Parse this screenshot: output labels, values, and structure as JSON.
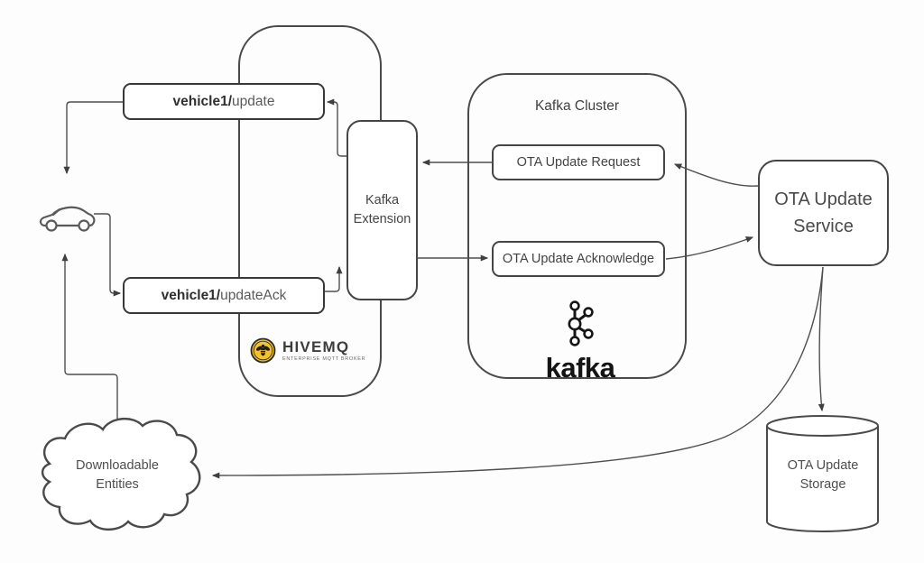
{
  "mqtt_broker": {
    "topic_update": {
      "bold": "vehicle1/",
      "rest": "update"
    },
    "topic_update_ack": {
      "bold": "vehicle1/",
      "rest": "updateAck"
    },
    "extension_label": "Kafka Extension",
    "hivemq": {
      "wordmark": "HIVEMQ",
      "tagline": "ENTERPRISE MQTT BROKER"
    }
  },
  "kafka_cluster": {
    "title": "Kafka Cluster",
    "request_topic": "OTA Update Request",
    "ack_topic": "OTA Update Acknowledge",
    "wordmark": "kafka"
  },
  "nodes": {
    "ota_service": "OTA Update Service",
    "ota_storage": "OTA Update Storage",
    "downloadable_entities": "Downloadable Entities"
  },
  "colors": {
    "line_stroke": "#4a4a4a",
    "arrow_stroke": "#3f3f3f",
    "hivemq_yellow": "#f2c230",
    "kafka_black": "#141414"
  }
}
